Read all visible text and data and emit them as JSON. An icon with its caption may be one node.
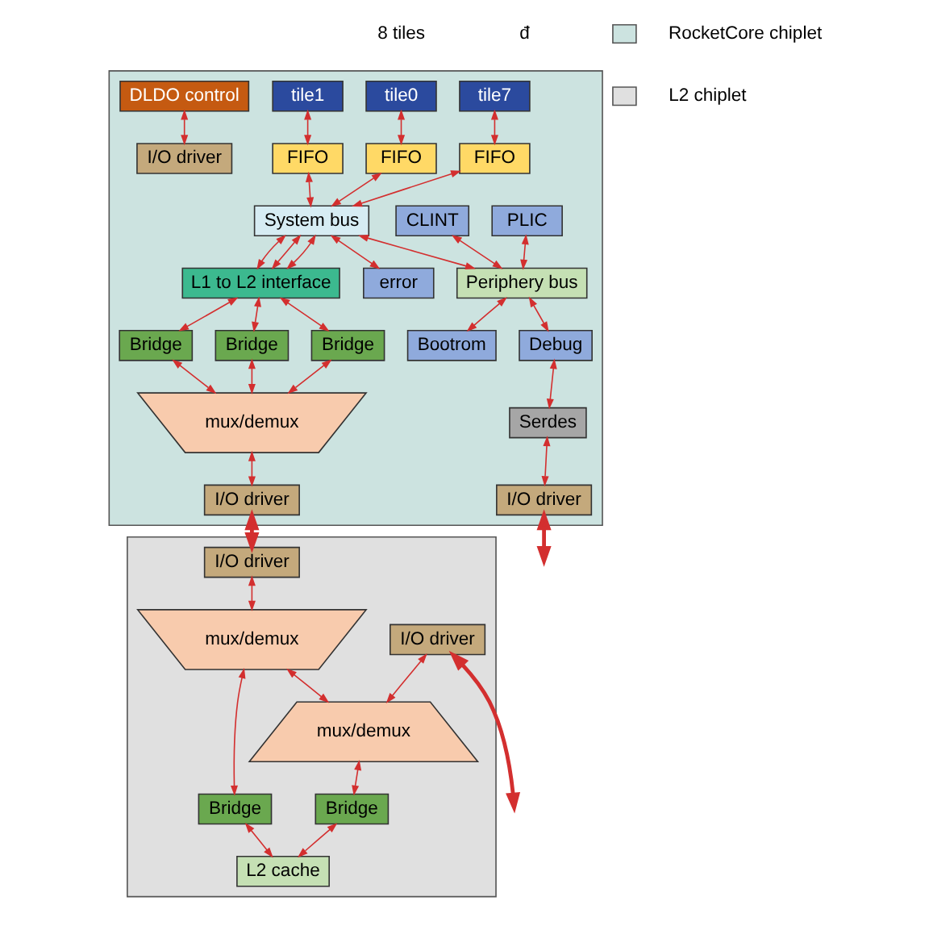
{
  "diagram": {
    "nodes": [
      {
        "text": [],
        "shape": "box"
      },
      {
        "text": [
          "tile0"
        ],
        "in": 0
      },
      {
        "text": [
          "tile1"
        ],
        "in": 0
      },
      {
        "text": [
          "tile7"
        ],
        "in": 0
      },
      {
        "text": [
          "FIFO"
        ],
        "in": 0
      },
      {
        "text": [
          "FIFO"
        ],
        "in": 0
      },
      {
        "text": [
          "FIFO"
        ],
        "in": 0
      },
      {
        "text": [
          "CLINT"
        ],
        "in": 0
      },
      {
        "text": [
          "PLIC"
        ],
        "in": 0
      },
      {
        "text": [
          "System bus"
        ],
        "in": 0
      },
      {
        "text": [
          "Periphery bus"
        ],
        "in": 0
      },
      {
        "text": [
          "L1 to L2 interface"
        ],
        "in": 0
      },
      {
        "text": [
          "error"
        ],
        "in": 0
      },
      {
        "text": [
          "Bootrom"
        ],
        "in": 0
      },
      {
        "text": [
          "Debug"
        ],
        "in": 0
      },
      {
        "text": [
          "Bridge"
        ],
        "in": 0
      },
      {
        "text": [
          "Bridge"
        ],
        "in": 0
      },
      {
        "text": [
          "Bridge"
        ],
        "in": 0
      },
      {
        "text": [
          "DLDO control"
        ],
        "in": 0
      },
      {
        "text": [
          "Serdes"
        ],
        "in": 0
      },
      {
        "text": [
          "mux/demux"
        ],
        "in": 0
      },
      {
        "text": [
          "I/O driver"
        ],
        "in": 0
      },
      {
        "text": [
          "I/O driver"
        ],
        "in": 0
      },
      {
        "text": [
          "I/O driver"
        ],
        "in": 0
      },
      {
        "text": [],
        "shape": "box"
      },
      {
        "text": [
          "I/O driver"
        ],
        "in": 24
      },
      {
        "text": [
          "mux/demux"
        ],
        "in": 24
      },
      {
        "text": [
          "Bridge"
        ],
        "in": 24
      },
      {
        "text": [
          "I/O driver"
        ],
        "in": 24
      },
      {
        "text": [
          "mux/demux"
        ],
        "in": 24
      },
      {
        "text": [
          "Bridge"
        ],
        "in": 24
      },
      {
        "text": [
          "L2 cache"
        ],
        "in": 24
      }
    ],
    "edges": [
      {
        "from": 1,
        "to": 4,
        "arrow": "both"
      },
      {
        "from": 2,
        "to": 5,
        "arrow": "both"
      },
      {
        "from": 3,
        "to": 6,
        "arrow": "both"
      },
      {
        "from": 4,
        "to": 9,
        "arrow": "both"
      },
      {
        "from": 5,
        "to": 9,
        "arrow": "both"
      },
      {
        "from": 6,
        "to": 9,
        "arrow": "both"
      },
      {
        "from": 7,
        "to": 10,
        "arrow": "both"
      },
      {
        "from": 8,
        "to": 10,
        "arrow": "both"
      },
      {
        "from": 9,
        "to": 10,
        "arrow": "both"
      },
      {
        "from": 9,
        "to": 11,
        "arrow": "both"
      },
      {
        "from": 9,
        "to": 11,
        "arrow": "both"
      },
      {
        "from": 9,
        "to": 11,
        "arrow": "both"
      },
      {
        "from": 9,
        "to": 12,
        "arrow": "both"
      },
      {
        "from": 10,
        "to": 13,
        "arrow": "both"
      },
      {
        "from": 10,
        "to": 14,
        "arrow": "both"
      },
      {
        "from": 14,
        "to": 19,
        "arrow": "both"
      },
      {
        "from": 11,
        "to": 15,
        "arrow": "both"
      },
      {
        "from": 11,
        "to": 16,
        "arrow": "both"
      },
      {
        "from": 11,
        "to": 17,
        "arrow": "both"
      },
      {
        "from": 15,
        "to": 20,
        "arrow": "both"
      },
      {
        "from": 16,
        "to": 20,
        "arrow": "both"
      },
      {
        "from": 17,
        "to": 20,
        "arrow": "both"
      },
      {
        "from": 20,
        "to": 21,
        "arrow": "both"
      },
      {
        "from": 18,
        "to": 22,
        "arrow": "both"
      },
      {
        "from": 19,
        "to": 23,
        "arrow": "both"
      },
      {
        "from": 23,
        "to": null,
        "arrow": "both",
        "style": "thick"
      },
      {
        "from": 21,
        "to": 25,
        "arrow": "both",
        "style": "thick"
      },
      {
        "from": 25,
        "to": 26,
        "arrow": "both"
      },
      {
        "from": 26,
        "to": 27,
        "arrow": "both"
      },
      {
        "from": 26,
        "to": 29,
        "arrow": "both"
      },
      {
        "from": 27,
        "to": 31,
        "arrow": "both"
      },
      {
        "from": 28,
        "to": 29,
        "arrow": "both"
      },
      {
        "from": 29,
        "to": 30,
        "arrow": "both"
      },
      {
        "from": 30,
        "to": 31,
        "arrow": "both"
      },
      {
        "from": null,
        "to": 28,
        "arrow": "both",
        "style": "thick"
      }
    ],
    "labels": [
      "8 tiles",
      "đ"
    ],
    "legend": [
      {
        "text": "RocketCore chiplet",
        "color": "#cce3e0"
      },
      {
        "text": "L2 chiplet",
        "color": "#e0e0e0"
      }
    ]
  }
}
